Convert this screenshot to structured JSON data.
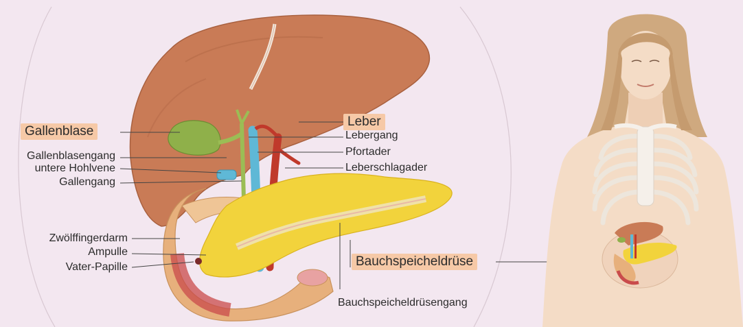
{
  "labels": {
    "gallenblase": "Gallenblase",
    "gallenblasengang": "Gallenblasengang",
    "untere_hohlvene": "untere Hohlvene",
    "gallengang": "Gallengang",
    "zwoelffingerdarm": "Zwölffingerdarm",
    "ampulle": "Ampulle",
    "vater_papille": "Vater-Papille",
    "leber": "Leber",
    "lebergang": "Lebergang",
    "pfortader": "Pfortader",
    "leberschlagader": "Leberschlagader",
    "bauchspeicheldruese": "Bauchspeicheldrüse",
    "bauchspeicheldruesengang": "Bauchspeicheldrüsengang"
  },
  "colors": {
    "background": "#f3e7f0",
    "highlight": "#f6c9a7",
    "liver": "#c97b56",
    "gallbladder": "#8fb04a",
    "pancreas": "#f2d33c",
    "vein": "#5fb8d6",
    "artery": "#c0392b",
    "duodenum": "#e7b07c",
    "skin": "#f4dcc6",
    "hair": "#cfa97f",
    "ribs": "#f5f0ea"
  }
}
